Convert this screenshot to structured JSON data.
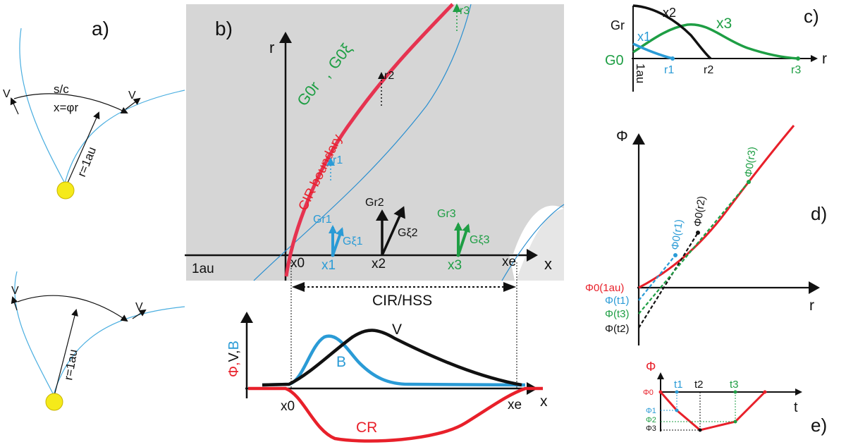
{
  "colors": {
    "red": "#e8202a",
    "red_boundary": "#e63350",
    "blue": "#2a9bd6",
    "thin_blue": "#4aaee0",
    "green": "#1e9e44",
    "black": "#111111",
    "shade": "#d6d6d6",
    "sun": "#f5ea1a"
  },
  "panels": {
    "a": {
      "label": "a)",
      "top": {
        "v_left": "V",
        "v_right": "V",
        "sc": "s/c",
        "x_eq": "x=φr",
        "r_eq": "r=1au"
      },
      "bottom": {
        "v_left": "V",
        "v_right": "V",
        "r_eq": "r=1au"
      }
    },
    "b": {
      "label": "b)",
      "axis_r": "r",
      "axis_x": "x",
      "g0r": "G0r",
      "sep": ",",
      "g0xi": "G0ξ",
      "boundary": "CIR boundary",
      "r1": "r1",
      "r2": "r2",
      "r3": "r3",
      "gr1": "Gr1",
      "gxi1": "Gξ1",
      "gr2": "Gr2",
      "gxi2": "Gξ2",
      "gr3": "Gr3",
      "gxi3": "Gξ3",
      "x0": "x0",
      "x1": "x1",
      "x2": "x2",
      "x3": "x3",
      "xe": "xe",
      "au": "1au",
      "span": "CIR/HSS"
    },
    "b_profile": {
      "ylabel_phi": "Φ,",
      "ylabel_v": "V,",
      "ylabel_b": "B",
      "v": "V",
      "b": "B",
      "cr": "CR",
      "x0": "x0",
      "xe": "xe",
      "x": "x"
    },
    "c": {
      "label": "c)",
      "gr": "Gr",
      "g0": "G0",
      "x1": "x1",
      "x2": "x2",
      "x3": "x3",
      "r": "r",
      "au": "1au",
      "r1": "r1",
      "r2": "r2",
      "r3": "r3"
    },
    "d": {
      "label": "d)",
      "phi": "Φ",
      "r": "r",
      "phi0_r1": "Φ0(r1)",
      "phi0_r2": "Φ0(r2)",
      "phi0_r3": "Φ0(r3)",
      "phi0_1au": "Φ0(1au)",
      "phi_t1": "Φ(t1)",
      "phi_t3": "Φ(t3)",
      "phi_t2": "Φ(t2)"
    },
    "e": {
      "label": "e)",
      "phi": "Φ",
      "t": "t",
      "phi0": "Φ0",
      "phi1": "Φ1",
      "phi2": "Φ2",
      "phi3": "Φ3",
      "t1": "t1",
      "t2": "t2",
      "t3": "t3"
    }
  }
}
